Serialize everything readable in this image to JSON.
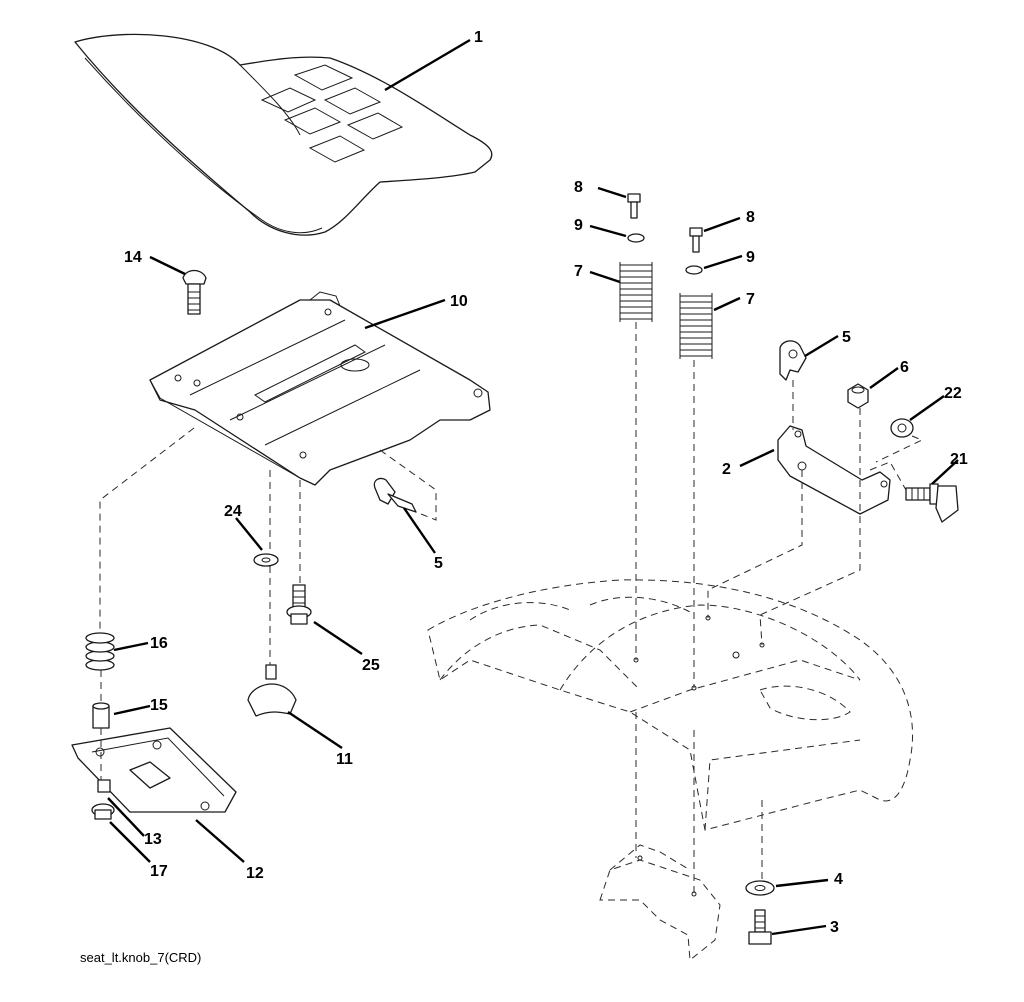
{
  "caption": "seat_lt.knob_7(CRD)",
  "callouts": [
    "1",
    "14",
    "10",
    "24",
    "5",
    "16",
    "25",
    "15",
    "11",
    "13",
    "12",
    "17",
    "8",
    "9",
    "8",
    "9",
    "7",
    "7",
    "5",
    "6",
    "22",
    "2",
    "21",
    "4",
    "3"
  ]
}
